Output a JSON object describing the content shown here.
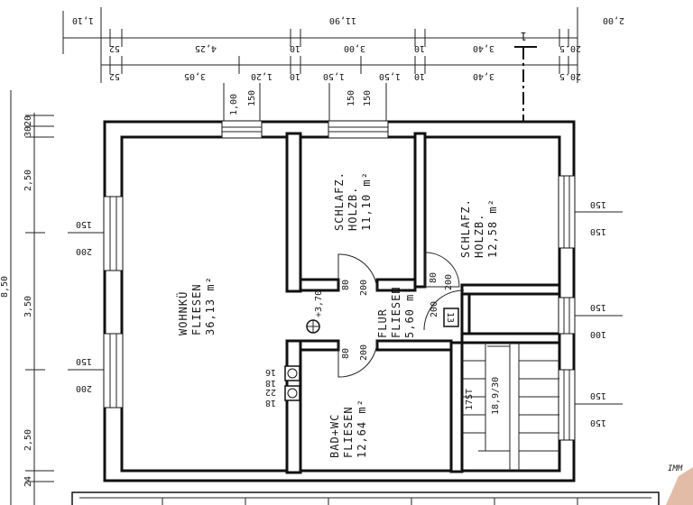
{
  "top_dimensions": {
    "overall_left": "1,10",
    "overall_mid": "11,90",
    "overall_right": "2,00",
    "row1": [
      "4,25",
      "3,00",
      "3,40"
    ],
    "row1_small": [
      "52",
      "10",
      "10",
      "20.5"
    ],
    "row2": [
      "3,05",
      "1,20",
      "1,50",
      "1,50",
      "3,40"
    ],
    "row2_small": [
      "52",
      "10",
      "10",
      "20.5"
    ]
  },
  "window_marks_top": [
    "1,00",
    "150",
    "150",
    "150"
  ],
  "section_marker": "1",
  "left_dimensions": [
    "2,50",
    "3,50",
    "2,50"
  ],
  "left_overall": "8,50",
  "left_small": [
    "20",
    "30",
    "24"
  ],
  "window_marks_left": [
    {
      "top": "150",
      "bottom": "200"
    },
    {
      "top": "150",
      "bottom": "200"
    }
  ],
  "window_marks_right": [
    {
      "top": "150",
      "bottom": "150"
    },
    {
      "top": "150",
      "bottom": "100"
    },
    {
      "top": "150",
      "bottom": "150"
    }
  ],
  "rooms": {
    "wohnkue": {
      "name": "WOHNKÜ",
      "floor": "FLIESEN",
      "area": "36,13 m²"
    },
    "schlafz1": {
      "name": "SCHLAFZ.",
      "floor": "HOLZB.",
      "area": "11,10 m²"
    },
    "schlafz2": {
      "name": "SCHLAFZ.",
      "floor": "HOLZB.",
      "area": "12,58 m²"
    },
    "flur": {
      "name": "FLUR",
      "floor": "FLIESEN",
      "area": "5,60 m²"
    },
    "bad": {
      "name": "BAD+WC",
      "floor": "FLIESEN",
      "area": "12,64 m²"
    }
  },
  "door_marks": {
    "schlafz1": [
      "80",
      "200"
    ],
    "schlafz2": [
      "80",
      "200"
    ],
    "bad": [
      "80",
      "200"
    ],
    "closet": [
      "200"
    ]
  },
  "chimney_marks": [
    "16",
    "18"
  ],
  "chimney_marks_lower": [
    "22",
    "18"
  ],
  "level_mark": "+3,70",
  "stairs": {
    "label": "17ST",
    "size": "18,9/30"
  },
  "small_box": "13",
  "watermark": "IMM"
}
